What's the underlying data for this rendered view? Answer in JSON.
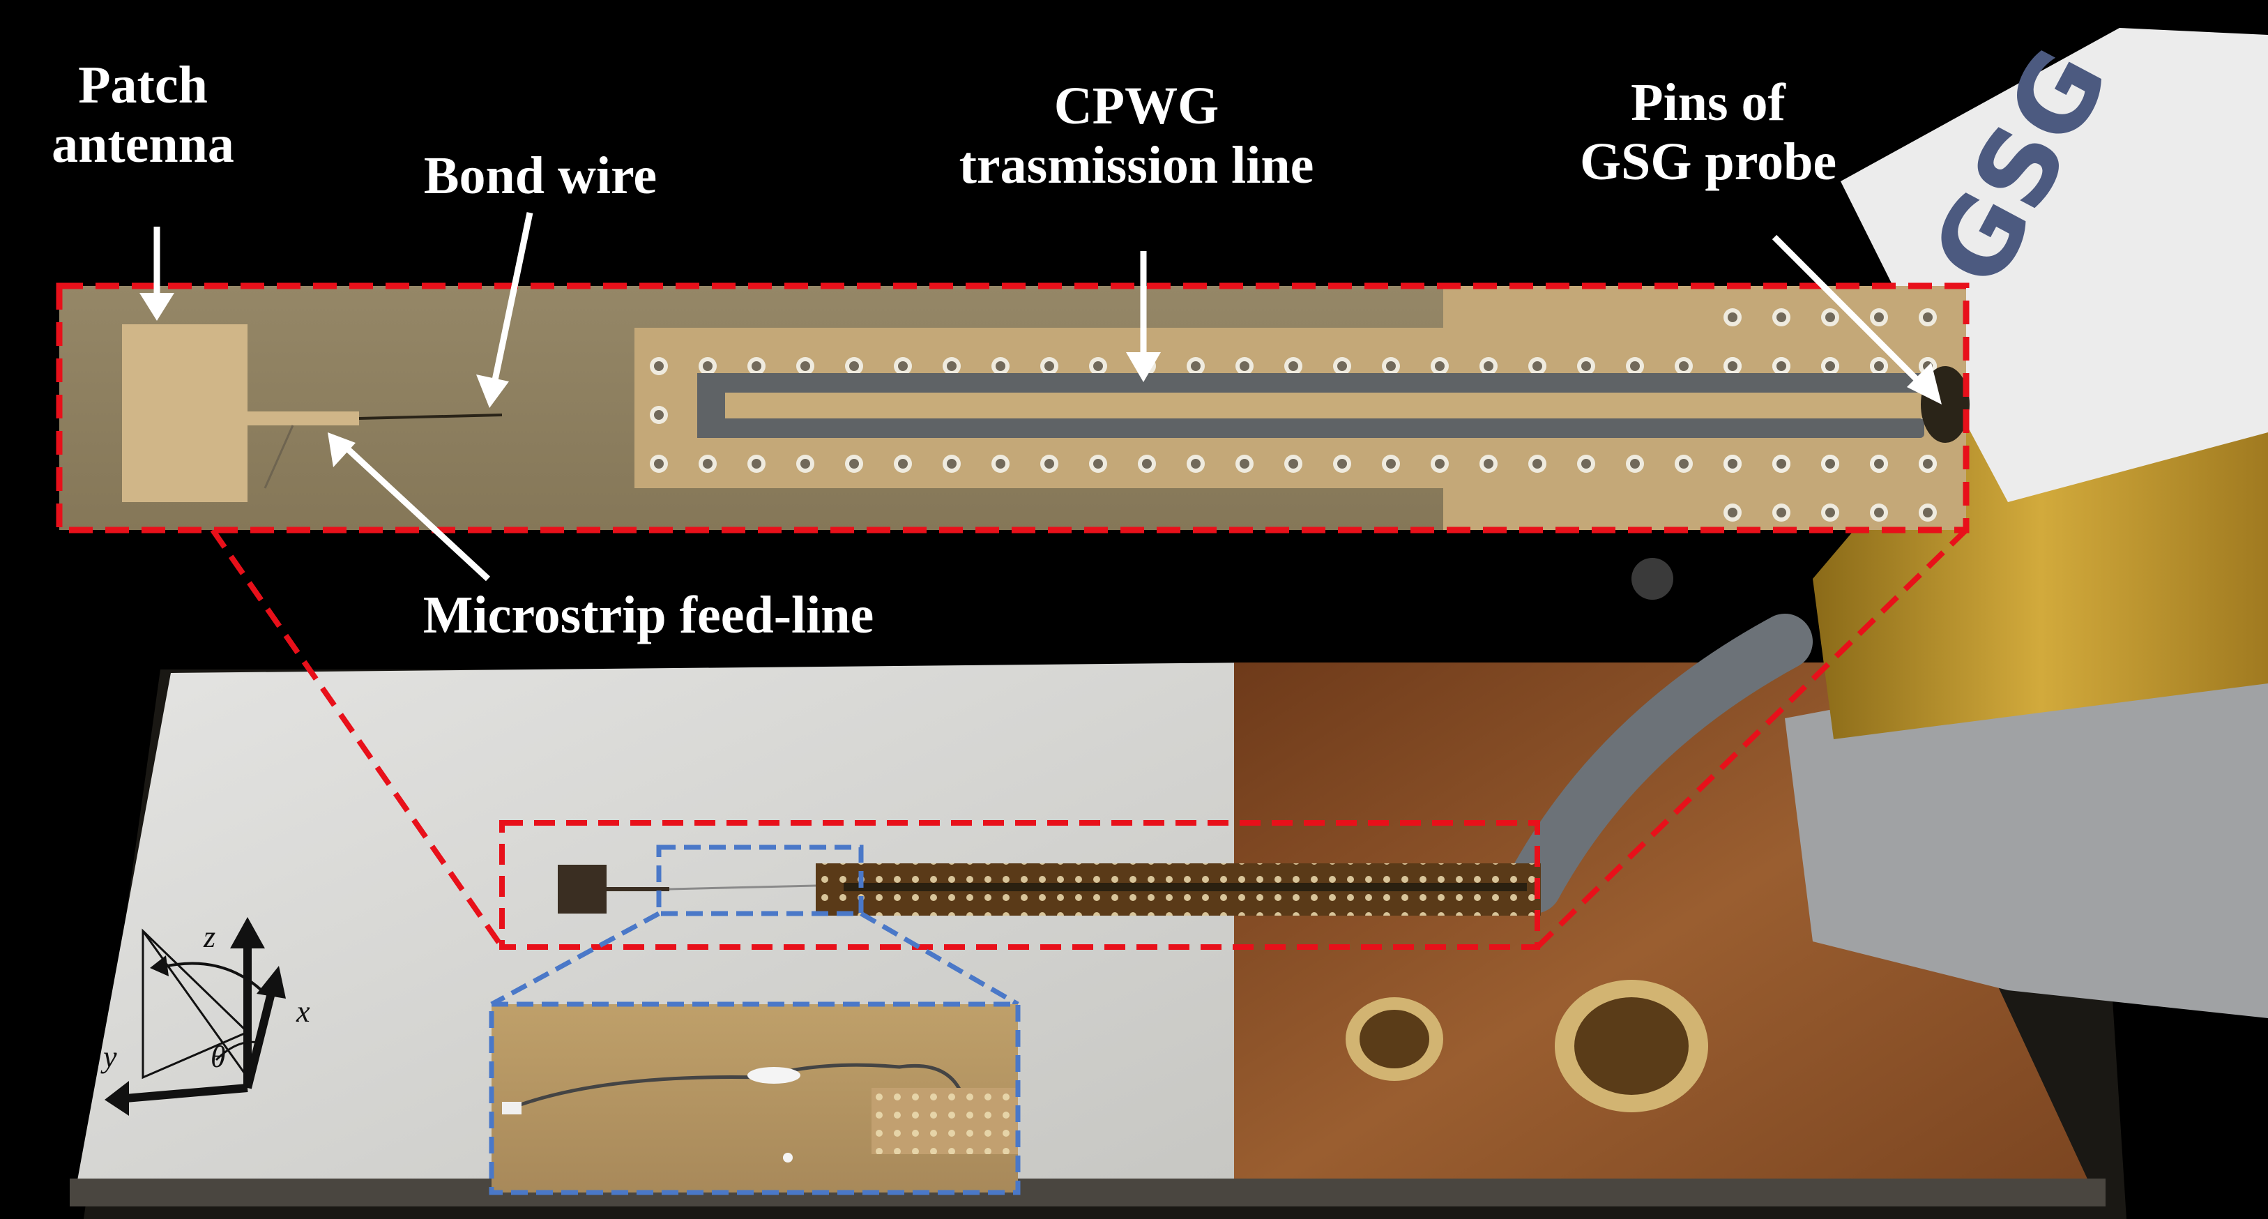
{
  "labels": {
    "patch_line1": "Patch",
    "patch_line2": "antenna",
    "bond_wire": "Bond wire",
    "cpwg_line1": "CPWG",
    "cpwg_line2": "trasmission line",
    "pins_line1": "Pins of",
    "pins_line2": "GSG probe",
    "microstrip": "Microstrip feed-line"
  },
  "axes": {
    "z": "z",
    "x": "x",
    "y": "y",
    "theta": "θ"
  },
  "colors": {
    "background": "#000000",
    "red_callout": "#e8101a",
    "blue_callout": "#4a78c8",
    "label_text": "#ffffff",
    "board_white": "#d8d8d4",
    "copper": "#8a5228",
    "substrate": "#8c7c5e",
    "metal_gold": "#c4a878"
  }
}
